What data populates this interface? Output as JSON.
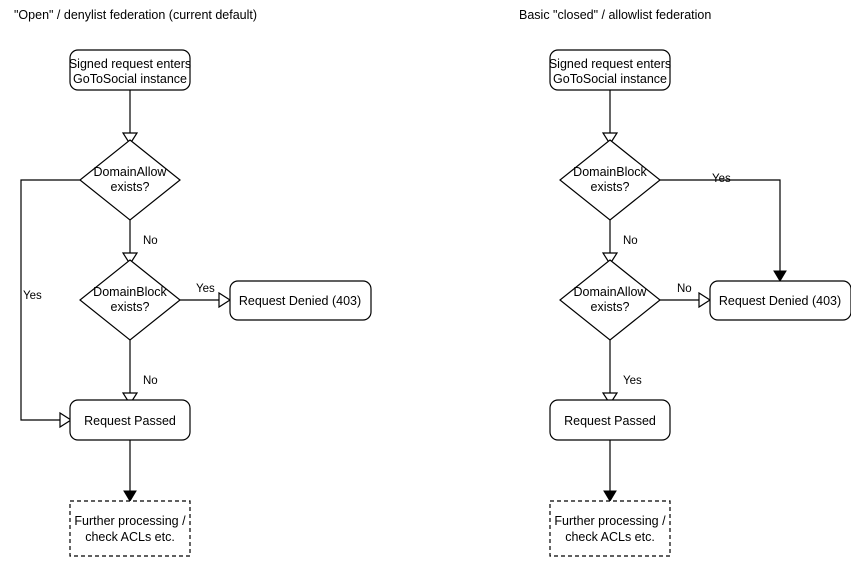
{
  "diagram": {
    "background_color": "#ffffff",
    "stroke_color": "#000000",
    "text_color": "#000000",
    "columns": [
      {
        "id": "open-denylist",
        "title": "\"Open\" / denylist federation (current default)",
        "nodes": {
          "entry": {
            "line1": "Signed request enters",
            "line2": "GoToSocial instance"
          },
          "decision1": {
            "line1": "DomainAllow",
            "line2": "exists?"
          },
          "decision2": {
            "line1": "DomainBlock",
            "line2": "exists?"
          },
          "denied": {
            "line1": "Request Denied (403)"
          },
          "passed": {
            "line1": "Request Passed"
          },
          "further": {
            "line1": "Further processing /",
            "line2": "check ACLs etc."
          }
        },
        "edge_labels": {
          "decision1_yes": "Yes",
          "decision1_no": "No",
          "decision2_yes": "Yes",
          "decision2_no": "No"
        }
      },
      {
        "id": "closed-allowlist",
        "title": "Basic \"closed\" / allowlist federation",
        "nodes": {
          "entry": {
            "line1": "Signed request enters",
            "line2": "GoToSocial instance"
          },
          "decision1": {
            "line1": "DomainBlock",
            "line2": "exists?"
          },
          "decision2": {
            "line1": "DomainAllow",
            "line2": "exists?"
          },
          "denied": {
            "line1": "Request Denied (403)"
          },
          "passed": {
            "line1": "Request Passed"
          },
          "further": {
            "line1": "Further processing /",
            "line2": "check ACLs etc."
          }
        },
        "edge_labels": {
          "decision1_yes": "Yes",
          "decision1_no": "No",
          "decision2_no": "No",
          "decision2_yes": "Yes"
        }
      }
    ]
  }
}
